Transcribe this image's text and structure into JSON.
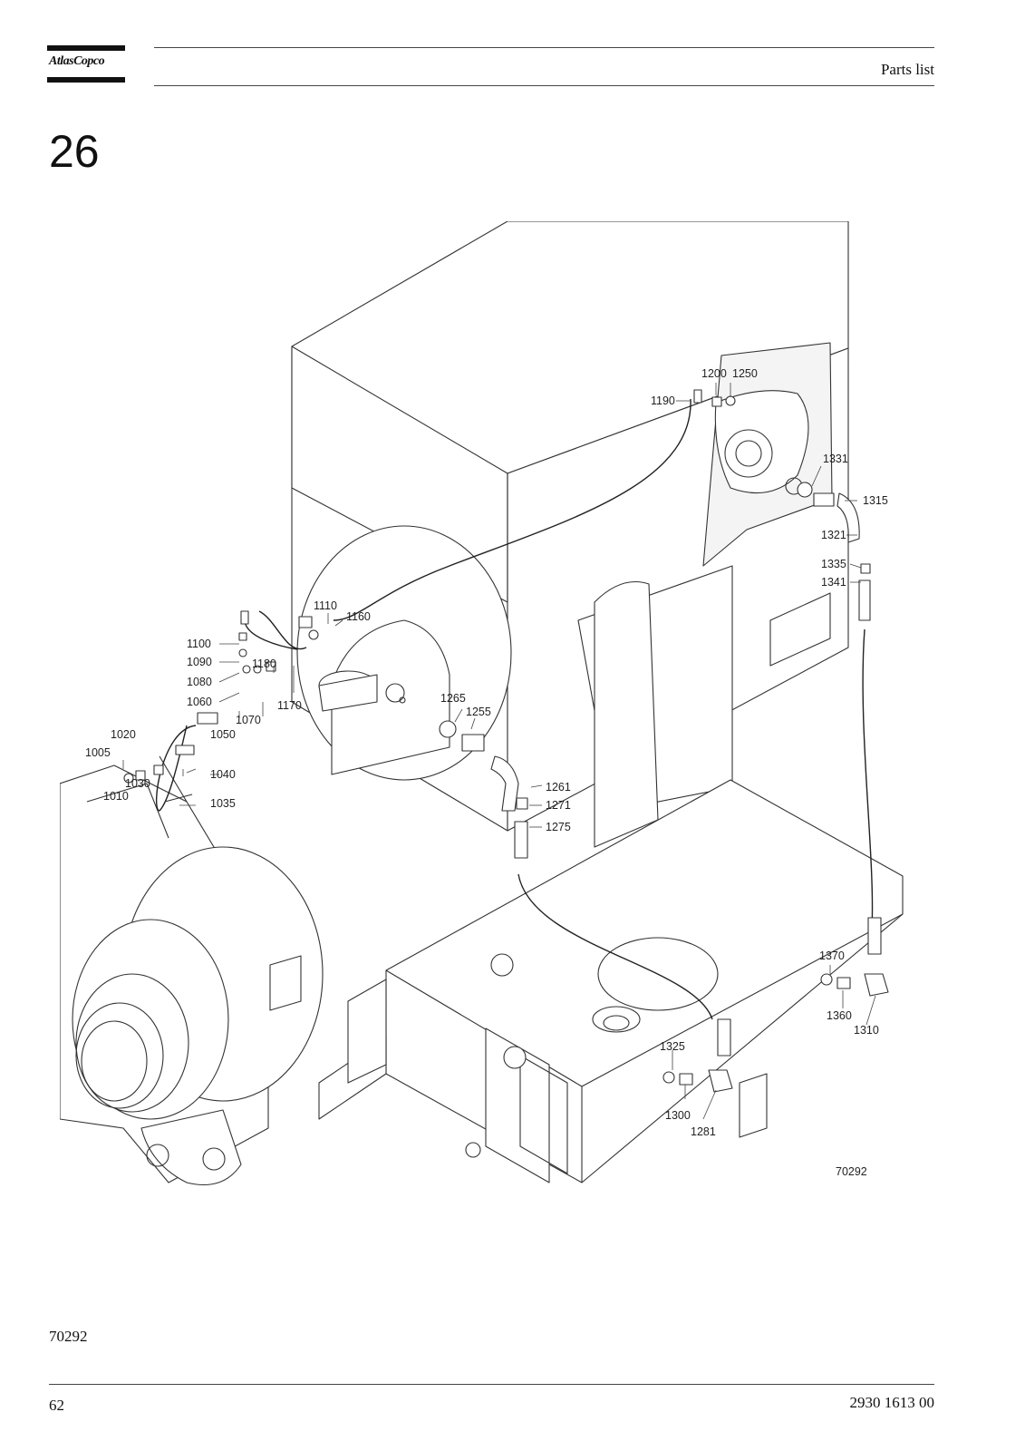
{
  "header": {
    "logo_text": "AtlasCopco",
    "title": "Parts list"
  },
  "section": {
    "number": "26"
  },
  "drawing": {
    "drawing_number": "70292",
    "callouts": [
      "1005",
      "1010",
      "1020",
      "1030",
      "1035",
      "1040",
      "1050",
      "1060",
      "1070",
      "1080",
      "1090",
      "1100",
      "1110",
      "1160",
      "1170",
      "1180",
      "1190",
      "1200",
      "1250",
      "1255",
      "1261",
      "1265",
      "1271",
      "1275",
      "1281",
      "1300",
      "1310",
      "1315",
      "1321",
      "1325",
      "1331",
      "1335",
      "1341",
      "1360",
      "1370"
    ]
  },
  "figure_ref": "70292",
  "footer": {
    "page_number": "62",
    "document_number": "2930 1613 00"
  }
}
